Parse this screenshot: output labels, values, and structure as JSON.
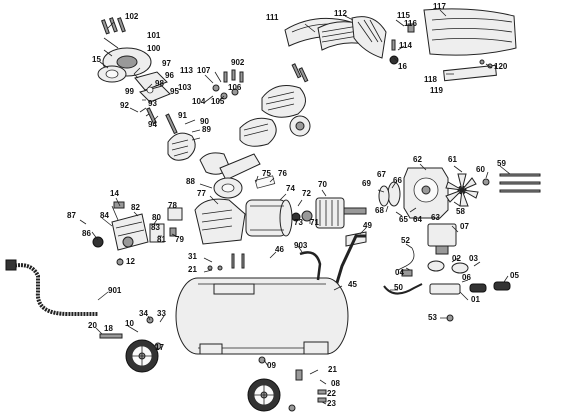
{
  "diagram": {
    "labels": [
      {
        "id": "102",
        "text": "102"
      },
      {
        "id": "101",
        "text": "101"
      },
      {
        "id": "100",
        "text": "100"
      },
      {
        "id": "15",
        "text": "15"
      },
      {
        "id": "97",
        "text": "97"
      },
      {
        "id": "96",
        "text": "96"
      },
      {
        "id": "98",
        "text": "98"
      },
      {
        "id": "99",
        "text": "99"
      },
      {
        "id": "95",
        "text": "95"
      },
      {
        "id": "92",
        "text": "92"
      },
      {
        "id": "93",
        "text": "93"
      },
      {
        "id": "94",
        "text": "94"
      },
      {
        "id": "113",
        "text": "113"
      },
      {
        "id": "107",
        "text": "107"
      },
      {
        "id": "902",
        "text": "902"
      },
      {
        "id": "103",
        "text": "103"
      },
      {
        "id": "104",
        "text": "104"
      },
      {
        "id": "105",
        "text": "105"
      },
      {
        "id": "106",
        "text": "106"
      },
      {
        "id": "91",
        "text": "91"
      },
      {
        "id": "90",
        "text": "90"
      },
      {
        "id": "89",
        "text": "89"
      },
      {
        "id": "111",
        "text": "111"
      },
      {
        "id": "112",
        "text": "112"
      },
      {
        "id": "115",
        "text": "115"
      },
      {
        "id": "116",
        "text": "116"
      },
      {
        "id": "117",
        "text": "117"
      },
      {
        "id": "114",
        "text": "114"
      },
      {
        "id": "16",
        "text": "16"
      },
      {
        "id": "118",
        "text": "118"
      },
      {
        "id": "119",
        "text": "119"
      },
      {
        "id": "120",
        "text": "120"
      },
      {
        "id": "88",
        "text": "88"
      },
      {
        "id": "77",
        "text": "77"
      },
      {
        "id": "75",
        "text": "75"
      },
      {
        "id": "76",
        "text": "76"
      },
      {
        "id": "74",
        "text": "74"
      },
      {
        "id": "72",
        "text": "72"
      },
      {
        "id": "70",
        "text": "70"
      },
      {
        "id": "73",
        "text": "73"
      },
      {
        "id": "71",
        "text": "71"
      },
      {
        "id": "69",
        "text": "69"
      },
      {
        "id": "67",
        "text": "67"
      },
      {
        "id": "66",
        "text": "66"
      },
      {
        "id": "68",
        "text": "68"
      },
      {
        "id": "65",
        "text": "65"
      },
      {
        "id": "64",
        "text": "64"
      },
      {
        "id": "63",
        "text": "63"
      },
      {
        "id": "62",
        "text": "62"
      },
      {
        "id": "61",
        "text": "61"
      },
      {
        "id": "60",
        "text": "60"
      },
      {
        "id": "59",
        "text": "59"
      },
      {
        "id": "58",
        "text": "58"
      },
      {
        "id": "07",
        "text": "07"
      },
      {
        "id": "14",
        "text": "14"
      },
      {
        "id": "82",
        "text": "82"
      },
      {
        "id": "87",
        "text": "87"
      },
      {
        "id": "84",
        "text": "84"
      },
      {
        "id": "86",
        "text": "86"
      },
      {
        "id": "83",
        "text": "83"
      },
      {
        "id": "78",
        "text": "78"
      },
      {
        "id": "80",
        "text": "80"
      },
      {
        "id": "81",
        "text": "81"
      },
      {
        "id": "79",
        "text": "79"
      },
      {
        "id": "12",
        "text": "12"
      },
      {
        "id": "49",
        "text": "49"
      },
      {
        "id": "52",
        "text": "52"
      },
      {
        "id": "02",
        "text": "02"
      },
      {
        "id": "03",
        "text": "03"
      },
      {
        "id": "04",
        "text": "04"
      },
      {
        "id": "06",
        "text": "06"
      },
      {
        "id": "05",
        "text": "05"
      },
      {
        "id": "46",
        "text": "46"
      },
      {
        "id": "903",
        "text": "903"
      },
      {
        "id": "31",
        "text": "31"
      },
      {
        "id": "21",
        "text": "21"
      },
      {
        "id": "45",
        "text": "45"
      },
      {
        "id": "50",
        "text": "50"
      },
      {
        "id": "01",
        "text": "01"
      },
      {
        "id": "53",
        "text": "53"
      },
      {
        "id": "901",
        "text": "901"
      },
      {
        "id": "34",
        "text": "34"
      },
      {
        "id": "33",
        "text": "33"
      },
      {
        "id": "20",
        "text": "20"
      },
      {
        "id": "10",
        "text": "10"
      },
      {
        "id": "18",
        "text": "18"
      },
      {
        "id": "17",
        "text": "17"
      },
      {
        "id": "09",
        "text": "09"
      },
      {
        "id": "21b",
        "text": "21"
      },
      {
        "id": "08",
        "text": "08"
      },
      {
        "id": "22",
        "text": "22"
      },
      {
        "id": "23",
        "text": "23"
      }
    ]
  }
}
